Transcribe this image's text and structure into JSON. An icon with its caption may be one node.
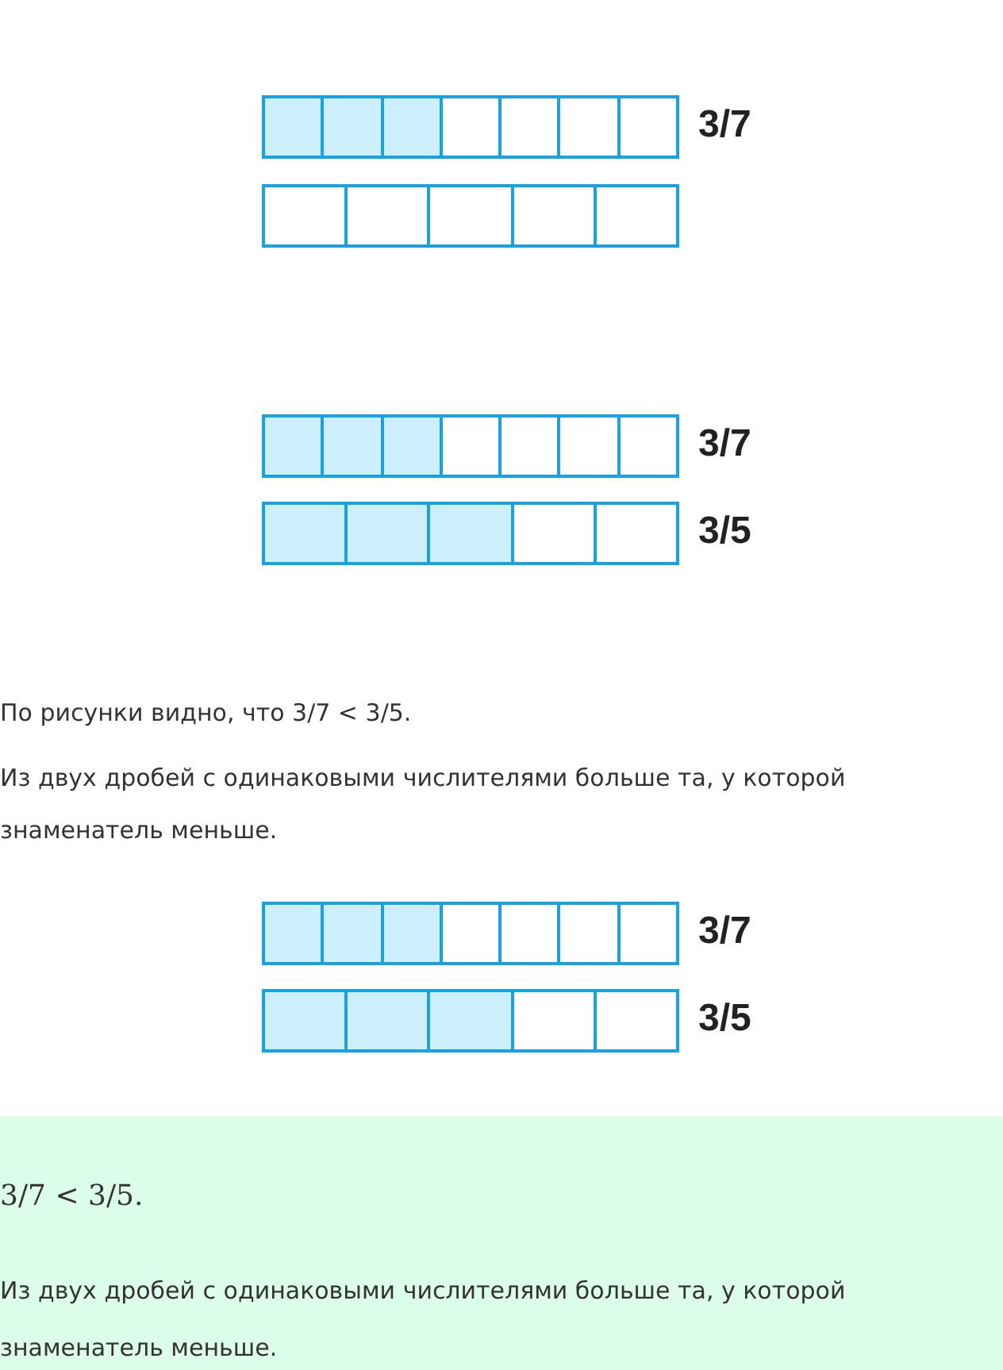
{
  "diagram": {
    "labels": [
      "3/7",
      "3/7",
      "3/5",
      "По рисунки видно, что 3/7 < 3/5.",
      "Из двух дробей с одинаковыми числителями больше та, у которой знаменатель меньше.",
      "3/7",
      "3/5",
      "3/7 < 3/5.",
      "Из двух дробей с одинаковыми числителями больше та, у которой знаменатель меньше."
    ]
  }
}
